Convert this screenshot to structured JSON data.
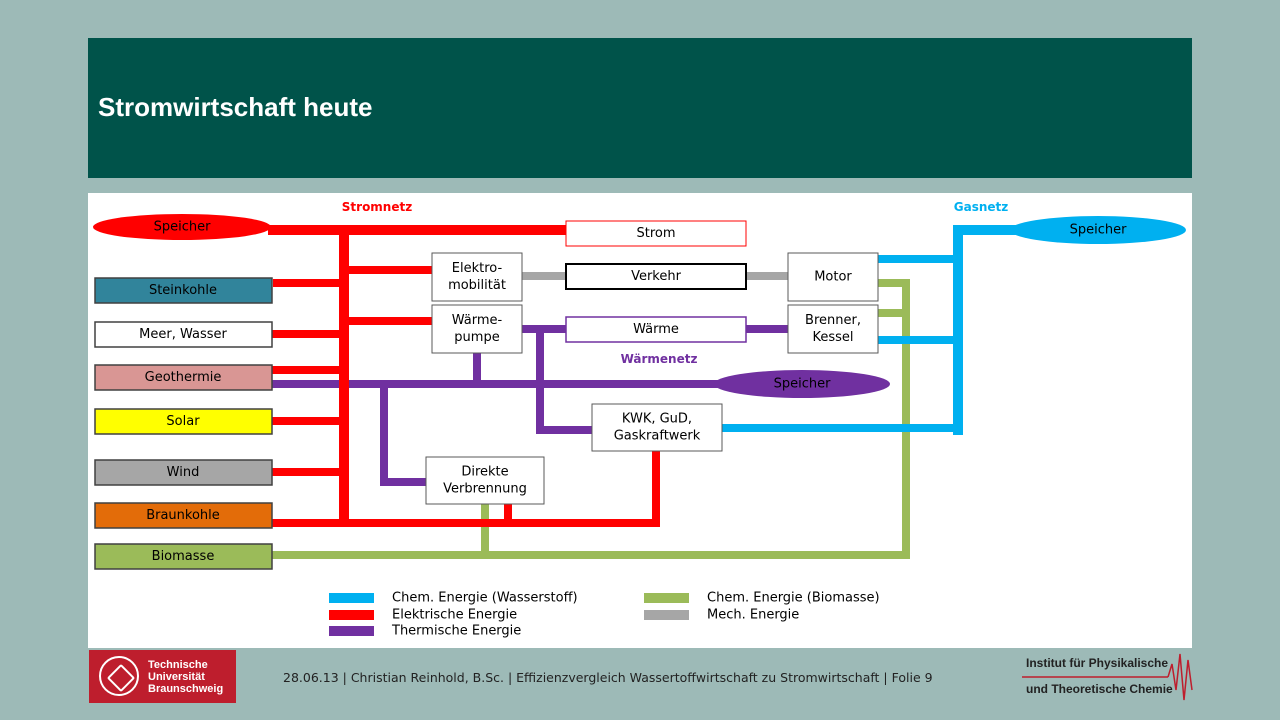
{
  "slide": {
    "title": "Stromwirtschaft heute",
    "footer": "28.06.13 | Christian Reinhold, B.Sc. | Effizienzvergleich Wassertoffwirtschaft zu Stromwirtschaft | Folie 9"
  },
  "colors": {
    "title_bar": "#00534a",
    "background": "#9dbab7",
    "strom": "#ff0000",
    "gas": "#00b0f0",
    "waerme": "#7030a0",
    "biomasse": "#9bbb59",
    "mech": "#a6a6a6"
  },
  "diagram": {
    "network_labels": {
      "stromnetz": "Stromnetz",
      "gasnetz": "Gasnetz",
      "waermenetz": "Wärmenetz"
    },
    "storages": {
      "strom": "Speicher",
      "gas": "Speicher",
      "waerme": "Speicher"
    },
    "sources": [
      {
        "label": "Steinkohle",
        "color": "#31849b",
        "text_color": "#000000"
      },
      {
        "label": "Meer, Wasser",
        "color": "#ffffff",
        "text_color": "#000000"
      },
      {
        "label": "Geothermie",
        "color": "#d99694",
        "text_color": "#000000"
      },
      {
        "label": "Solar",
        "color": "#ffff00",
        "text_color": "#000000"
      },
      {
        "label": "Wind",
        "color": "#a6a6a6",
        "text_color": "#000000"
      },
      {
        "label": "Braunkohle",
        "color": "#e36c09",
        "text_color": "#000000"
      },
      {
        "label": "Biomasse",
        "color": "#9bbb59",
        "text_color": "#000000"
      }
    ],
    "consumers": {
      "strom": "Strom",
      "verkehr": "Verkehr",
      "waerme": "Wärme"
    },
    "converters": {
      "elektromobilitaet": [
        "Elektro-",
        "mobilität"
      ],
      "waermepumpe": [
        "Wärme-",
        "pumpe"
      ],
      "motor": [
        "Motor"
      ],
      "brenner": [
        "Brenner,",
        "Kessel"
      ],
      "kwk": [
        "KWK, GuD,",
        "Gaskraftwerk"
      ],
      "direkte": [
        "Direkte",
        "Verbrennung"
      ]
    },
    "legend": [
      {
        "label": "Chem. Energie (Wasserstoff)",
        "color": "#00b0f0"
      },
      {
        "label": "Elektrische Energie",
        "color": "#ff0000"
      },
      {
        "label": "Thermische Energie",
        "color": "#7030a0"
      },
      {
        "label": "Chem. Energie (Biomasse)",
        "color": "#9bbb59"
      },
      {
        "label": "Mech. Energie",
        "color": "#a6a6a6"
      }
    ]
  },
  "logos": {
    "tu": [
      "Technische",
      "Universität",
      "Braunschweig"
    ],
    "institute": [
      "Institut für Physikalische",
      "und Theoretische Chemie"
    ]
  }
}
